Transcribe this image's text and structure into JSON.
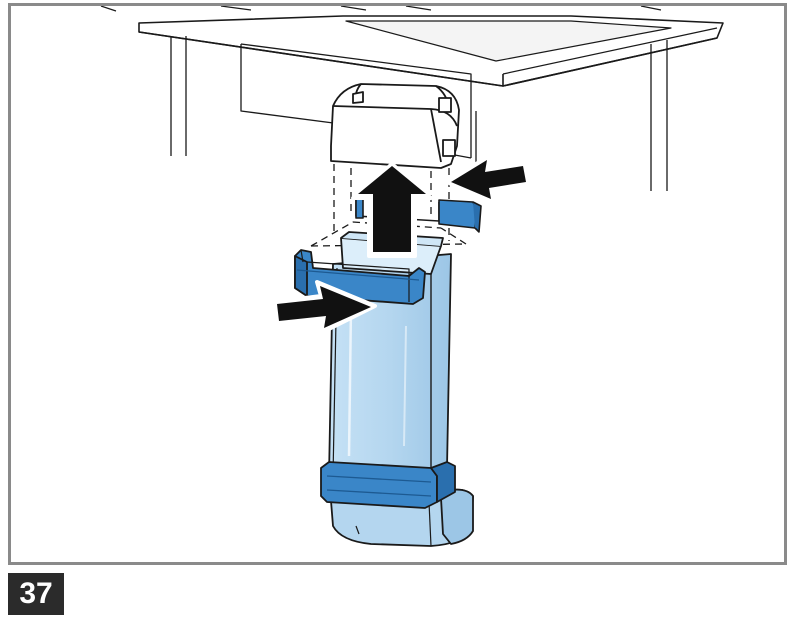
{
  "figure": {
    "step_number": "37",
    "parts": [
      {
        "name": "worktop-cabinet",
        "icon": "cabinet-icon"
      },
      {
        "name": "duct-end-cap",
        "icon": "duct-cap-icon"
      },
      {
        "name": "rear-clip-bracket",
        "icon": "clip-icon"
      },
      {
        "name": "front-clip-bracket",
        "icon": "clip-icon"
      },
      {
        "name": "vertical-duct",
        "icon": "duct-icon"
      },
      {
        "name": "duct-elbow",
        "icon": "elbow-icon"
      }
    ],
    "arrows": [
      {
        "name": "push-up-arrow",
        "direction": "up"
      },
      {
        "name": "push-left-arrow",
        "direction": "left"
      },
      {
        "name": "push-right-arrow",
        "direction": "right"
      }
    ],
    "colors": {
      "frame": "#8a8a8a",
      "duct_fill": "#b8d9f0",
      "bracket_fill": "#3a86c8",
      "arrow_fill": "#111111",
      "badge_fill": "#2b2b2b"
    }
  }
}
